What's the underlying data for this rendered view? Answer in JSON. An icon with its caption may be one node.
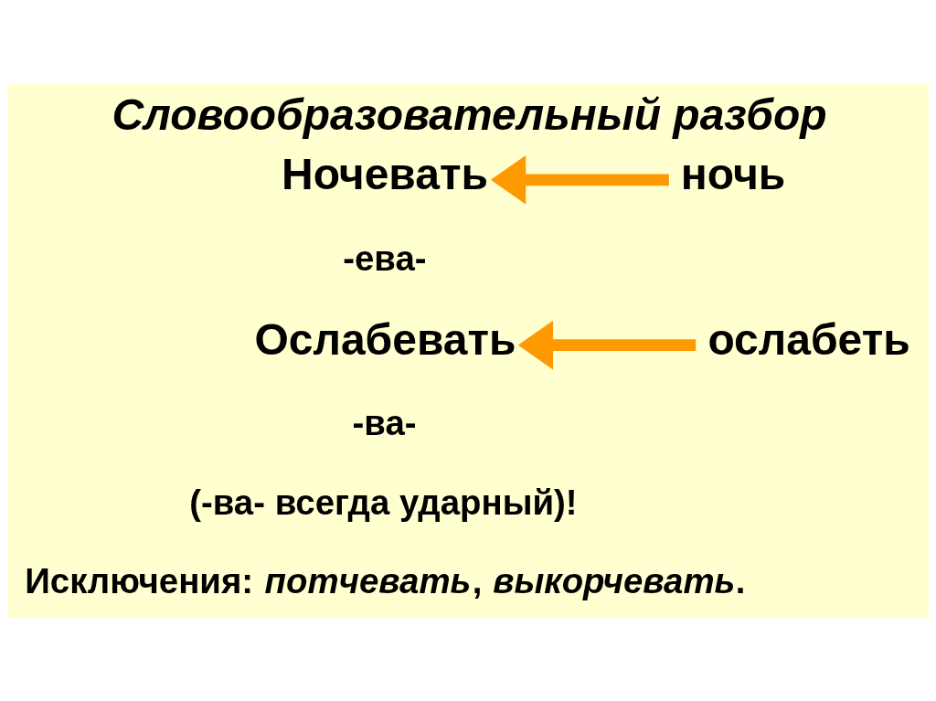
{
  "diagram": {
    "title": "Словообразовательный разбор",
    "nodes": [
      {
        "text": [
          "Ночевать"
        ]
      },
      {
        "text": [
          "ночь"
        ]
      },
      {
        "text": [
          "Ослабевать"
        ]
      },
      {
        "text": [
          "ослабеть"
        ]
      }
    ],
    "edges": [
      {
        "from": 1,
        "to": 0,
        "arrow": "to"
      },
      {
        "from": 3,
        "to": 2,
        "arrow": "to"
      }
    ],
    "labels": [
      "-ева-",
      "-ва-",
      "(-ва- всегда ударный)!",
      "Исключения: *потчевать*, *выкорчевать*."
    ]
  }
}
